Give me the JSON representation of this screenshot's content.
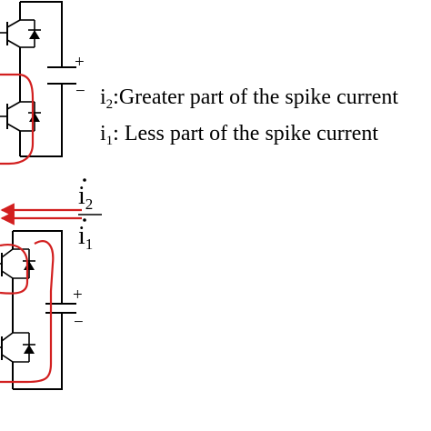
{
  "legend": {
    "i2_symbol": "i",
    "i2_sub": "2",
    "i2_text": ":Greater part of the spike current",
    "i1_symbol": "i",
    "i1_sub": "1",
    "i1_text": ": Less part of the spike current"
  },
  "lower_circuit": {
    "i2_symbol": "i",
    "i2_sub": "2",
    "i1_symbol": "i",
    "i1_sub": "1"
  },
  "capacitors": {
    "top_plus": "+",
    "top_minus": "−",
    "bottom_plus": "+",
    "bottom_minus": "−"
  },
  "colors": {
    "wire": "#000000",
    "current_path": "#d21f1f"
  }
}
